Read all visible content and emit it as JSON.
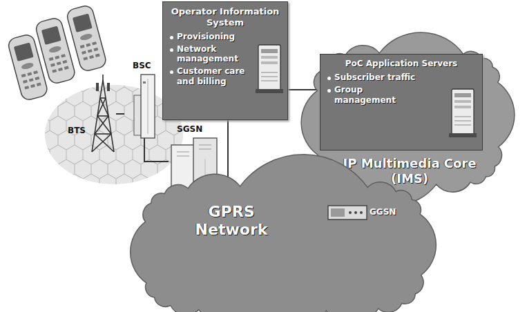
{
  "diagram": {
    "nodes": [
      {
        "text": [
          "Operator Information System",
          "Provisioning",
          "Network management",
          "Customer care and billing"
        ]
      },
      {
        "text": [
          "IP Multimedia Core (IMS)"
        ]
      },
      {
        "text": [
          "PoC Application Servers",
          "Subscriber traffic",
          "Group management"
        ],
        "in": 1
      },
      {
        "text": [
          "BTS"
        ]
      },
      {
        "text": [
          "BSC"
        ]
      },
      {
        "text": [
          "SGSN"
        ]
      },
      {
        "text": [
          "GPRS Network"
        ]
      },
      {
        "text": [
          "GGSN"
        ],
        "in": 6
      }
    ],
    "edges": [
      {
        "from": 3,
        "to": 4,
        "arrow": "none"
      },
      {
        "from": 4,
        "to": 5,
        "arrow": "none"
      },
      {
        "from": 0,
        "to": 6,
        "arrow": "none"
      },
      {
        "from": 0,
        "to": 2,
        "arrow": "none"
      }
    ]
  }
}
